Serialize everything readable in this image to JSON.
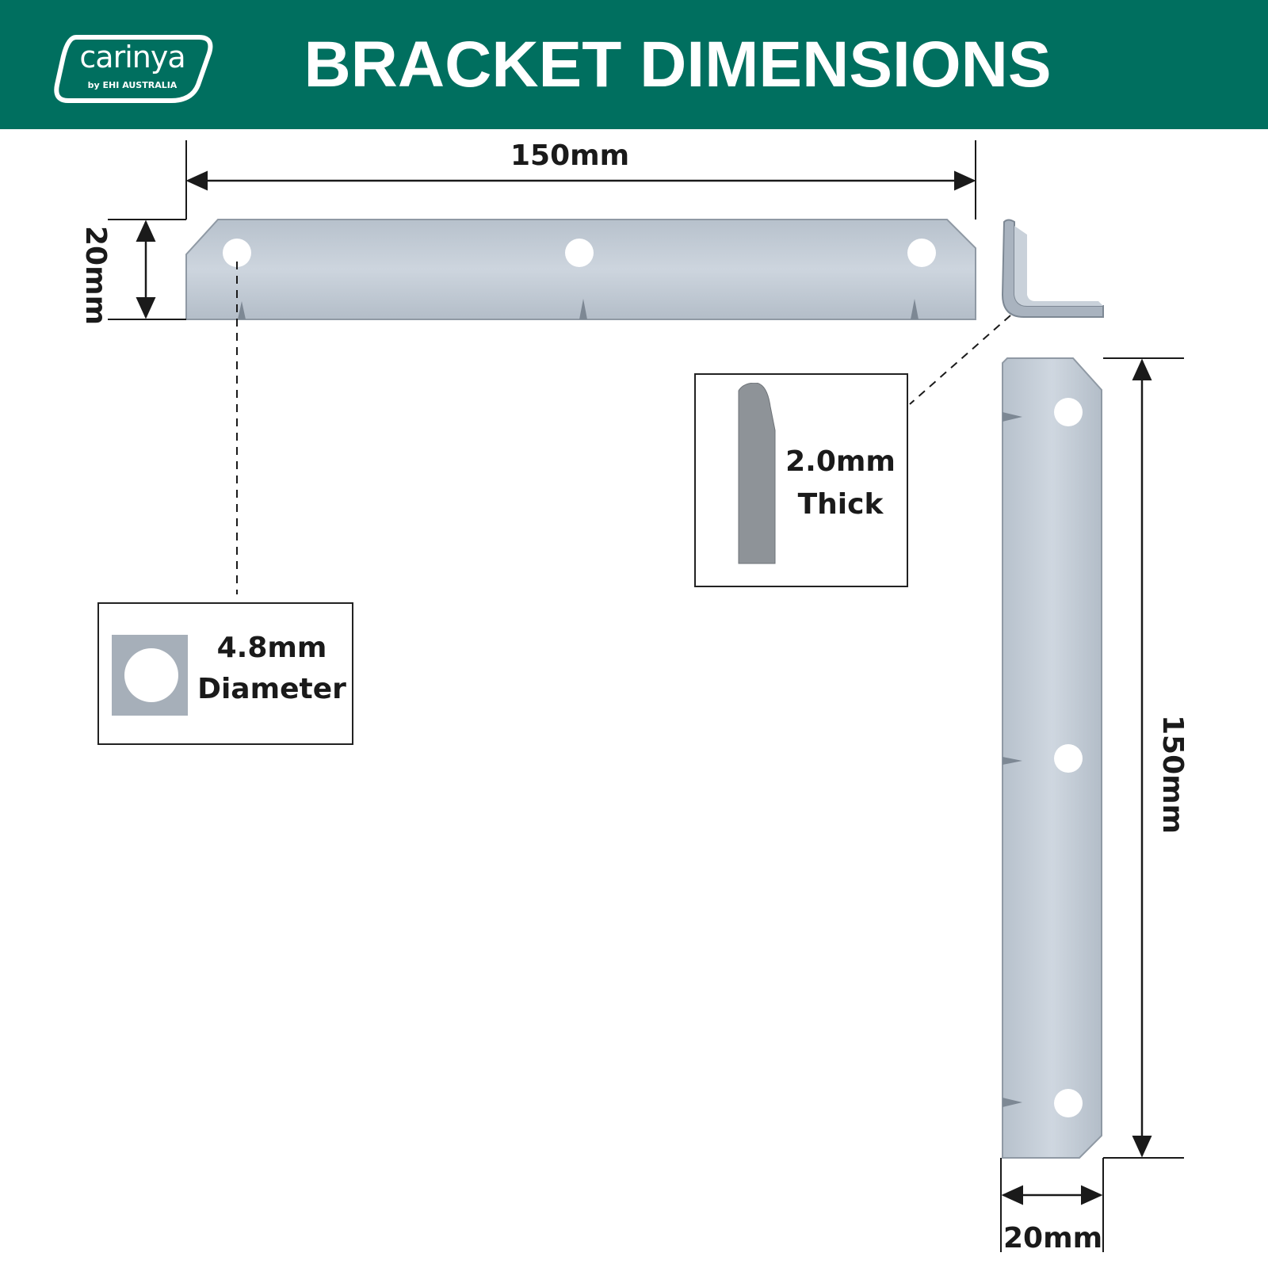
{
  "header": {
    "title": "BRACKET DIMENSIONS",
    "logo": {
      "brand": "carinya",
      "tagline": "by EHI AUSTRALIA"
    },
    "color": "#006f5f"
  },
  "dimensions": {
    "top_length": "150mm",
    "top_width": "20mm",
    "side_length": "150mm",
    "side_width": "20mm"
  },
  "callouts": {
    "hole": {
      "line1": "4.8mm",
      "line2": "Diameter"
    },
    "thickness": {
      "line1": "2.0mm",
      "line2": "Thick"
    }
  },
  "colors": {
    "metal": "#c3ccd6",
    "metal_edge": "#8f99a4",
    "line": "#1a1a1a"
  }
}
